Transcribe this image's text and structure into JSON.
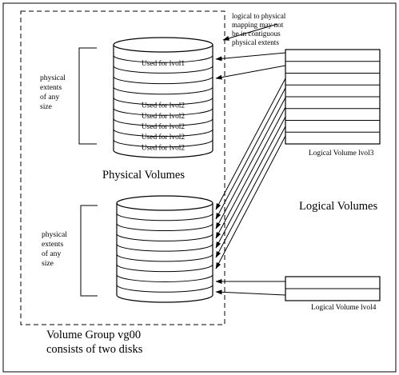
{
  "diagram": {
    "mapping_note": [
      "logical to physical",
      "mapping may not",
      "be in contiguous",
      "physical extents"
    ],
    "extents_label_top": [
      "physical",
      "extents",
      "of any",
      "size"
    ],
    "extents_label_bottom": [
      "physical",
      "extents",
      "of any",
      "size"
    ],
    "disk1_slices": [
      "",
      "Used for lvol1",
      "",
      "",
      "",
      "Used for lvol2",
      "Used for lvol2",
      "Used for lvol2",
      "Used for lvol2",
      "Used for lvol2"
    ],
    "physical_volumes_label": "Physical Volumes",
    "logical_volumes_label": "Logical Volumes",
    "lvol3_caption": "Logical Volume lvol3",
    "lvol4_caption": "Logical Volume lvol4",
    "volume_group_label": [
      "Volume Group vg00",
      "consists of two disks"
    ]
  }
}
